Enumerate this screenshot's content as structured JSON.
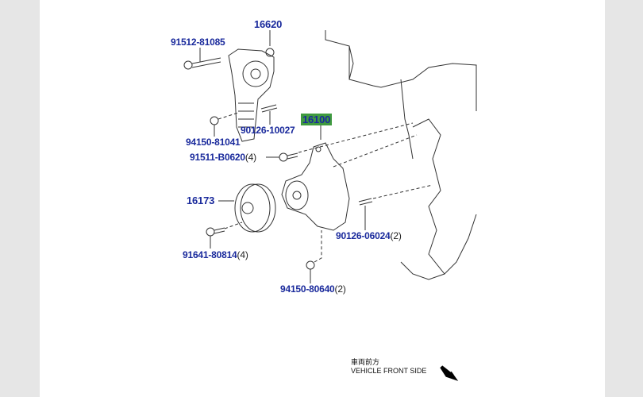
{
  "parts": [
    {
      "id": "p16620",
      "number": "16620",
      "qty": ""
    },
    {
      "id": "p91512",
      "number": "91512-81085",
      "qty": ""
    },
    {
      "id": "p90126a",
      "number": "90126-10027",
      "qty": ""
    },
    {
      "id": "p94150a",
      "number": "94150-81041",
      "qty": ""
    },
    {
      "id": "p16100",
      "number": "16100",
      "qty": "",
      "highlighted": true
    },
    {
      "id": "p91511",
      "number": "91511-B0620",
      "qty": "(4)"
    },
    {
      "id": "p16173",
      "number": "16173",
      "qty": ""
    },
    {
      "id": "p90126b",
      "number": "90126-06024",
      "qty": "(2)"
    },
    {
      "id": "p91641",
      "number": "91641-80814",
      "qty": "(4)"
    },
    {
      "id": "p94150b",
      "number": "94150-80640",
      "qty": "(2)"
    }
  ],
  "direction": {
    "jp": "車両前方",
    "en": "VEHICLE FRONT SIDE",
    "icon": "arrow-down-right-icon"
  },
  "colors": {
    "label": "#1a2a9c",
    "highlight": "#3f9a3f",
    "background": "#e6e6e6"
  }
}
